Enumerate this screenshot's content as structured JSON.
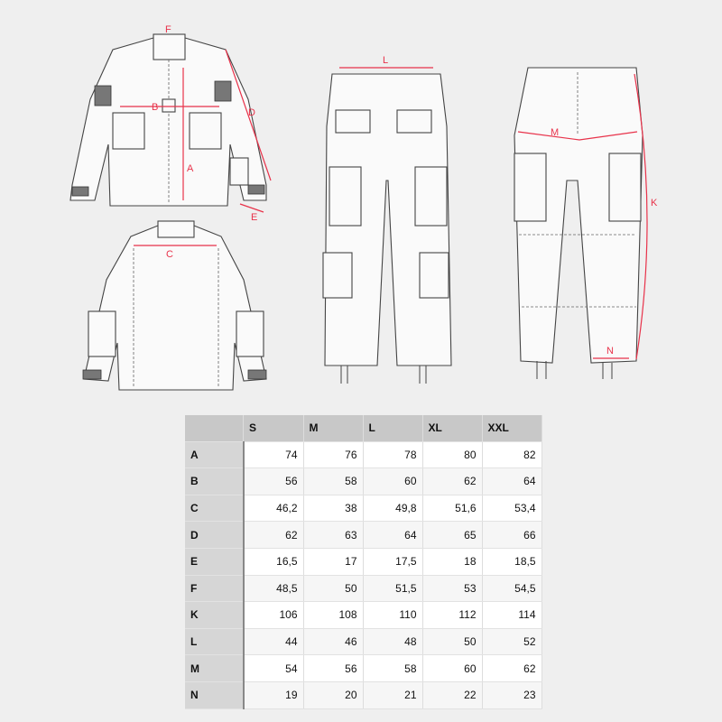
{
  "diagram_labels": {
    "jacket_front": {
      "F": "F",
      "B": "B",
      "D": "D",
      "A": "A",
      "E": "E"
    },
    "jacket_back": {
      "C": "C"
    },
    "pants_back": {
      "L": "L"
    },
    "pants_front": {
      "M": "M",
      "K": "K",
      "N": "N"
    }
  },
  "measure_color": "#e8324a",
  "size_table": {
    "headers": [
      "",
      "S",
      "M",
      "L",
      "XL",
      "XXL"
    ],
    "rows": [
      {
        "label": "A",
        "values": [
          "74",
          "76",
          "78",
          "80",
          "82"
        ]
      },
      {
        "label": "B",
        "values": [
          "56",
          "58",
          "60",
          "62",
          "64"
        ]
      },
      {
        "label": "C",
        "values": [
          "46,2",
          "38",
          "49,8",
          "51,6",
          "53,4"
        ]
      },
      {
        "label": "D",
        "values": [
          "62",
          "63",
          "64",
          "65",
          "66"
        ]
      },
      {
        "label": "E",
        "values": [
          "16,5",
          "17",
          "17,5",
          "18",
          "18,5"
        ]
      },
      {
        "label": "F",
        "values": [
          "48,5",
          "50",
          "51,5",
          "53",
          "54,5"
        ]
      },
      {
        "label": "K",
        "values": [
          "106",
          "108",
          "110",
          "112",
          "114"
        ]
      },
      {
        "label": "L",
        "values": [
          "44",
          "46",
          "48",
          "50",
          "52"
        ]
      },
      {
        "label": "M",
        "values": [
          "54",
          "56",
          "58",
          "60",
          "62"
        ]
      },
      {
        "label": "N",
        "values": [
          "19",
          "20",
          "21",
          "22",
          "23"
        ]
      }
    ]
  }
}
